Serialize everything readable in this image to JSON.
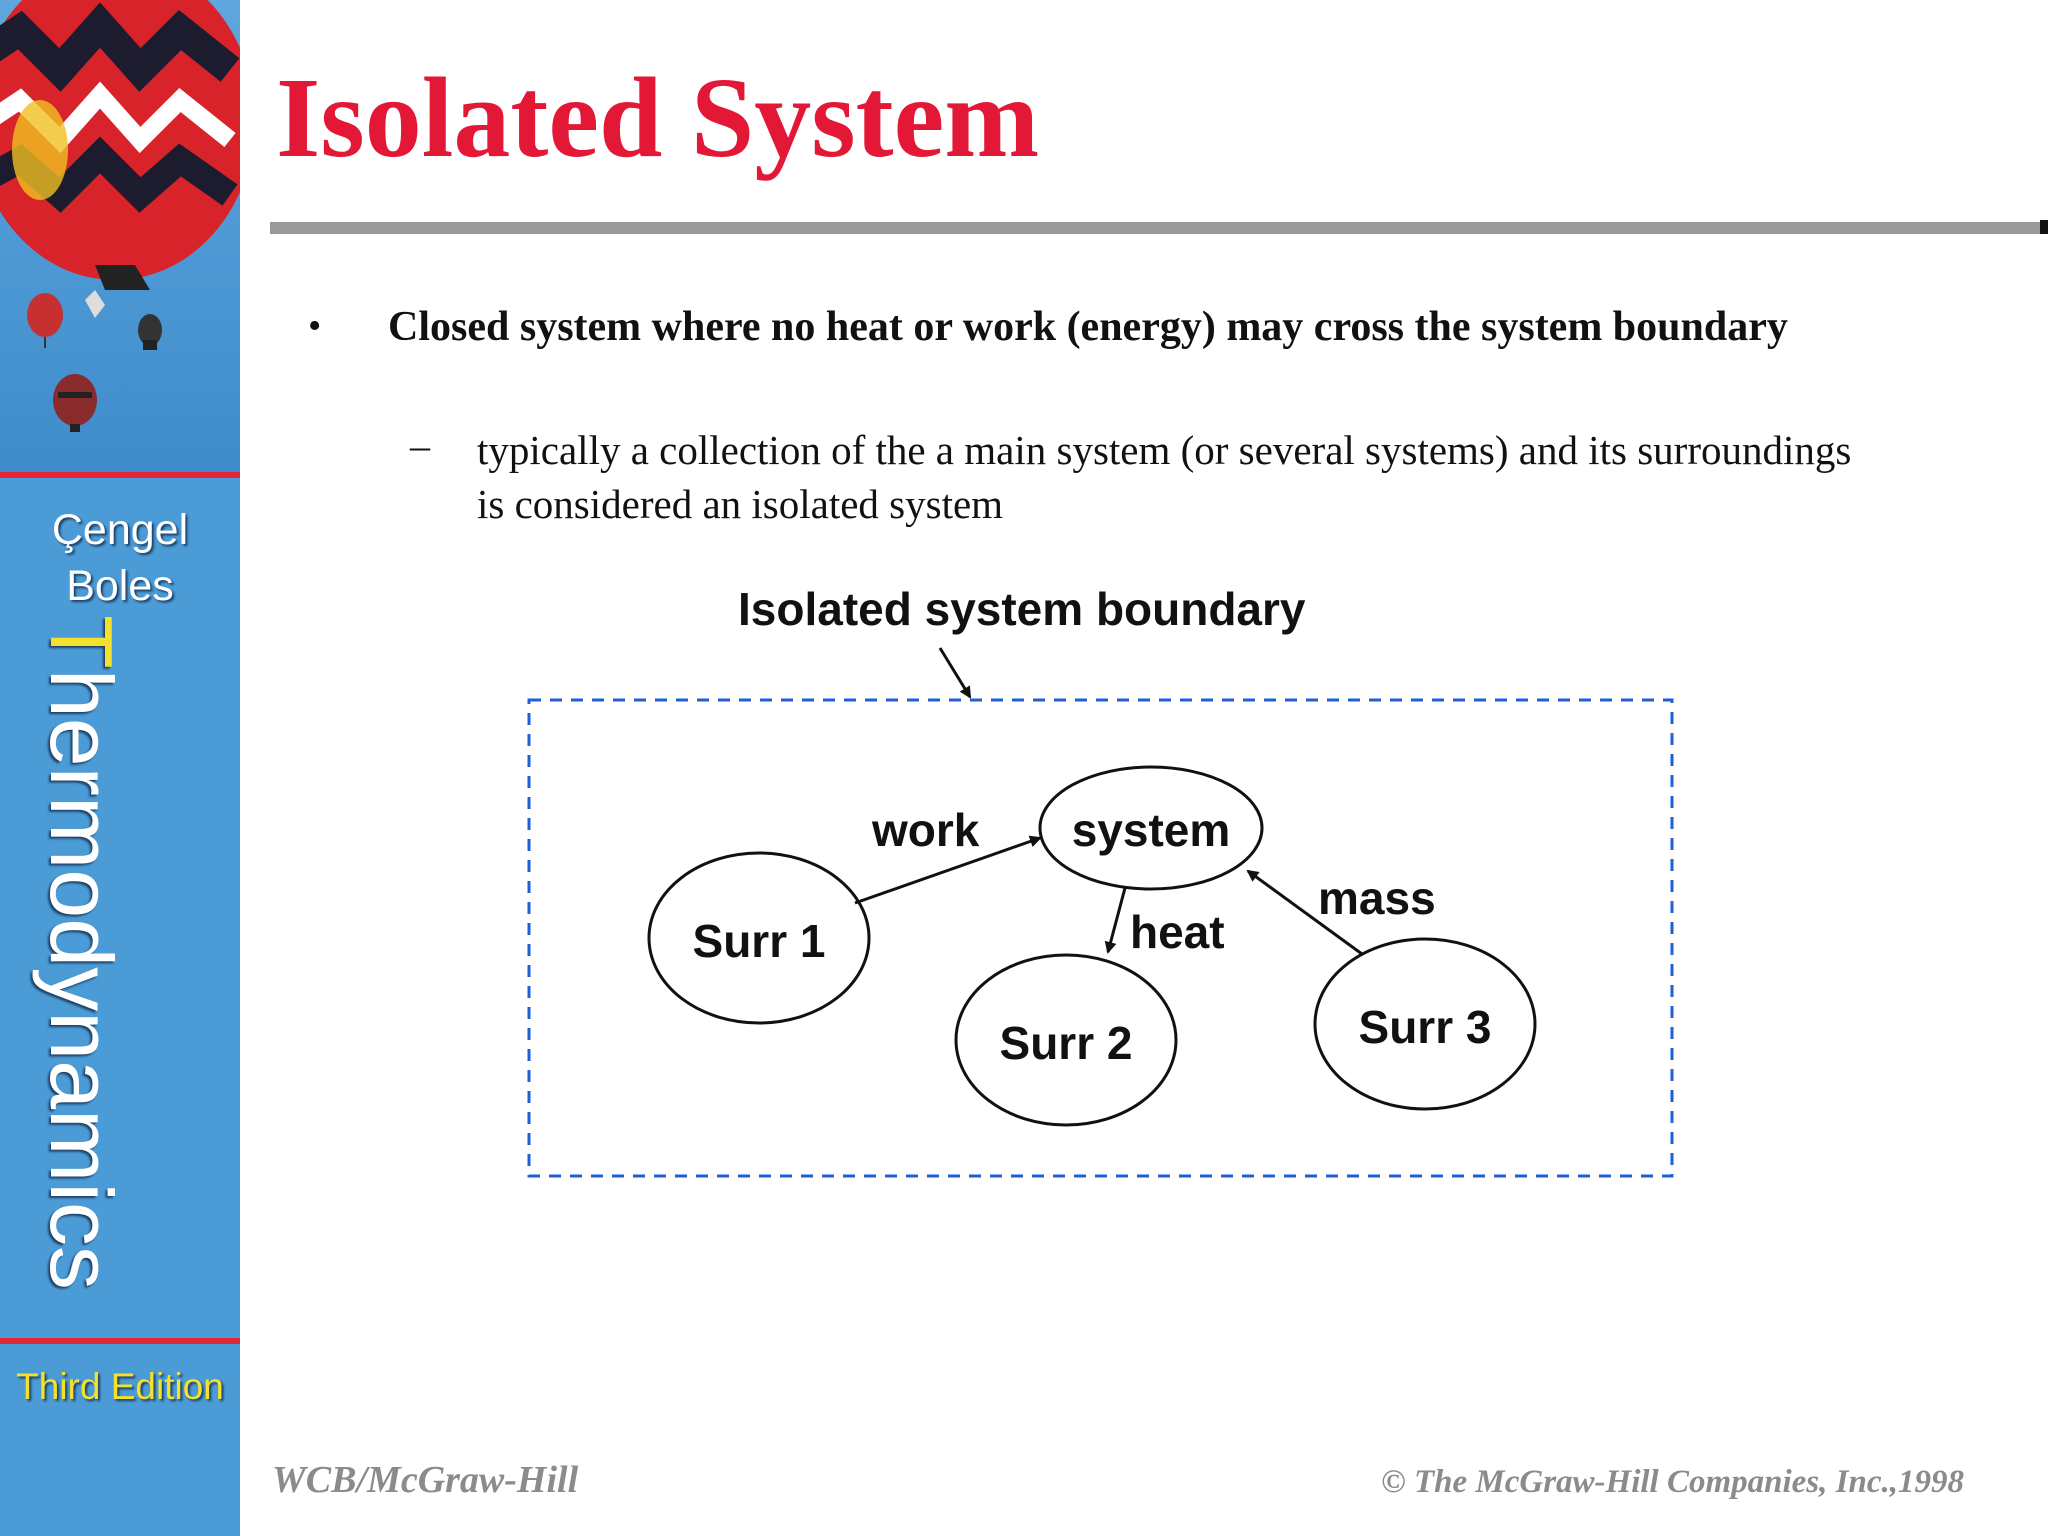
{
  "sidebar": {
    "author_line1": "Çengel",
    "author_line2": "Boles",
    "book_title_first": "T",
    "book_title_rest": "hermodynamics",
    "edition": "Third Edition"
  },
  "slide": {
    "title": "Isolated System",
    "bullet": "Closed system where no heat or work (energy)  may cross the system boundary",
    "sub_dash": "–",
    "sub_bullet": "typically a collection of the a main system (or several systems) and its surroundings is considered an isolated system"
  },
  "diagram": {
    "boundary_label": "Isolated system boundary",
    "nodes": {
      "system": "system",
      "surr1": "Surr 1",
      "surr2": "Surr 2",
      "surr3": "Surr 3"
    },
    "arrows": {
      "work": "work",
      "heat": "heat",
      "mass": "mass"
    },
    "boundary_color": "#1f5fd6"
  },
  "footer": {
    "left": "WCB/McGraw-Hill",
    "right": "© The McGraw-Hill Companies, Inc.,1998"
  },
  "colors": {
    "title_red": "#e31837",
    "sidebar_blue": "#4b9bd6",
    "accent_yellow": "#f3e12c"
  }
}
